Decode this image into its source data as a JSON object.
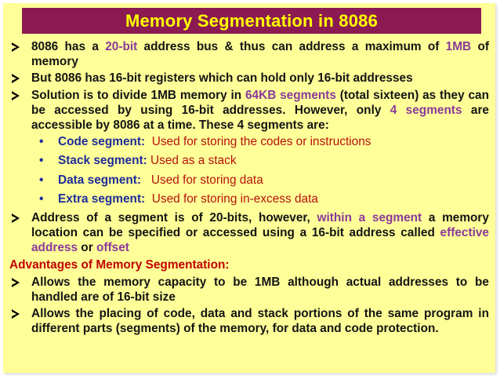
{
  "title": "Memory Segmentation in 8086",
  "bullet1": {
    "p1": "8086 has a ",
    "h1": "20-bit",
    "p2": " address bus & thus can address a maximum of ",
    "h2": "1MB",
    "p3": " of memory"
  },
  "bullet2": {
    "text": "But 8086 has 16-bit registers which can hold only 16-bit addresses"
  },
  "bullet3": {
    "p1": "Solution is to divide 1MB memory in ",
    "h1": "64KB segments",
    "p2": " (total sixteen) as they can be accessed by using 16-bit addresses. However, only ",
    "h2": "4 segments",
    "p3": " are accessible by 8086 at a time. These 4 segments are:"
  },
  "segments": [
    {
      "label": "Code segment:",
      "desc": "Used for storing the codes or instructions"
    },
    {
      "label": "Stack segment:",
      "desc": "Used as a stack"
    },
    {
      "label": "Data segment:",
      "desc": "Used for storing data"
    },
    {
      "label": "Extra segment:",
      "desc": "Used for storing in-excess data"
    }
  ],
  "bullet4": {
    "p1": "Address of a segment is of 20-bits, however, ",
    "h1": "within a segment",
    "p2": " a memory location can be specified or accessed using a 16-bit address called ",
    "h2": "effective address",
    "p3": " or ",
    "h3": "offset"
  },
  "advantages_heading": "Advantages of Memory Segmentation:",
  "adv1": {
    "text": "Allows the memory capacity to be 1MB although actual addresses to be handled are of 16-bit size"
  },
  "adv2": {
    "text": "Allows the placing of code, data and stack portions of the same program in different parts (segments) of the memory, for data and code protection."
  },
  "colors": {
    "title_bg": "#8b1a52",
    "title_text": "#ffff00",
    "slide_bg": "#ffff99",
    "highlight": "#8a3a9a",
    "label_blue": "#1f2d9a",
    "desc_red": "#b5120c"
  }
}
